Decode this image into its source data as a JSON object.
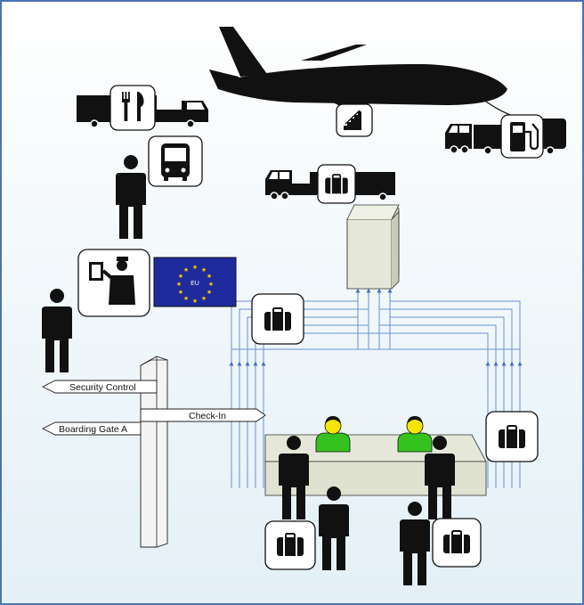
{
  "signs": {
    "security": "Security Control",
    "checkin": "Check-In",
    "boarding": "Boarding Gate A"
  },
  "flag": {
    "text": "EU",
    "color": "#1f2a9c",
    "star_color": "#ffcc00"
  },
  "icons": [
    "catering-icon",
    "bus-icon",
    "stairs-icon",
    "fuel-icon",
    "baggage-icon",
    "passport-control-icon"
  ],
  "colors": {
    "frame": "#4a72b8",
    "background_top": "#ffffff",
    "background_bottom": "#e3f0f6",
    "flow_lines": "#6b8fd1",
    "counter": "#e5e8d8",
    "staff": "#35c21f",
    "staff_face": "#f6e500"
  }
}
